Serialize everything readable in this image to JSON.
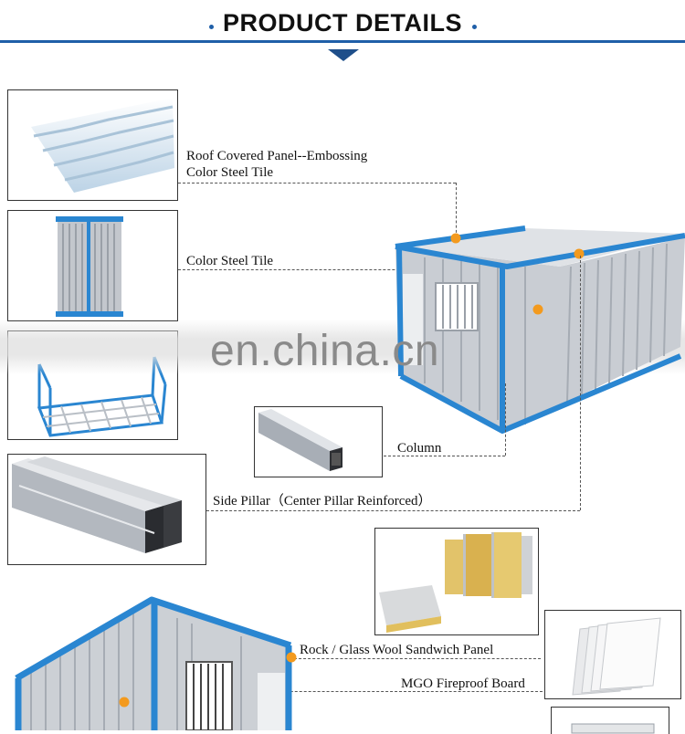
{
  "header": {
    "title": "PRODUCT DETAILS"
  },
  "labels": {
    "roof_panel": "Roof Covered  Panel--Embossing",
    "roof_panel_2": "Color Steel Tile",
    "color_steel_tile": "Color Steel Tile",
    "column": "Column",
    "side_pillar": "Side Pillar（Center Pillar Reinforced）",
    "sandwich_panel": "Rock / Glass Wool Sandwich Panel",
    "mgo_board": "MGO Fireproof Board"
  },
  "watermark": "en.china.cn",
  "colors": {
    "accent_blue": "#1f5fa8",
    "marker_orange": "#f39a1e",
    "frame_blue": "#2a86d1",
    "steel": "#c8ccd2"
  }
}
